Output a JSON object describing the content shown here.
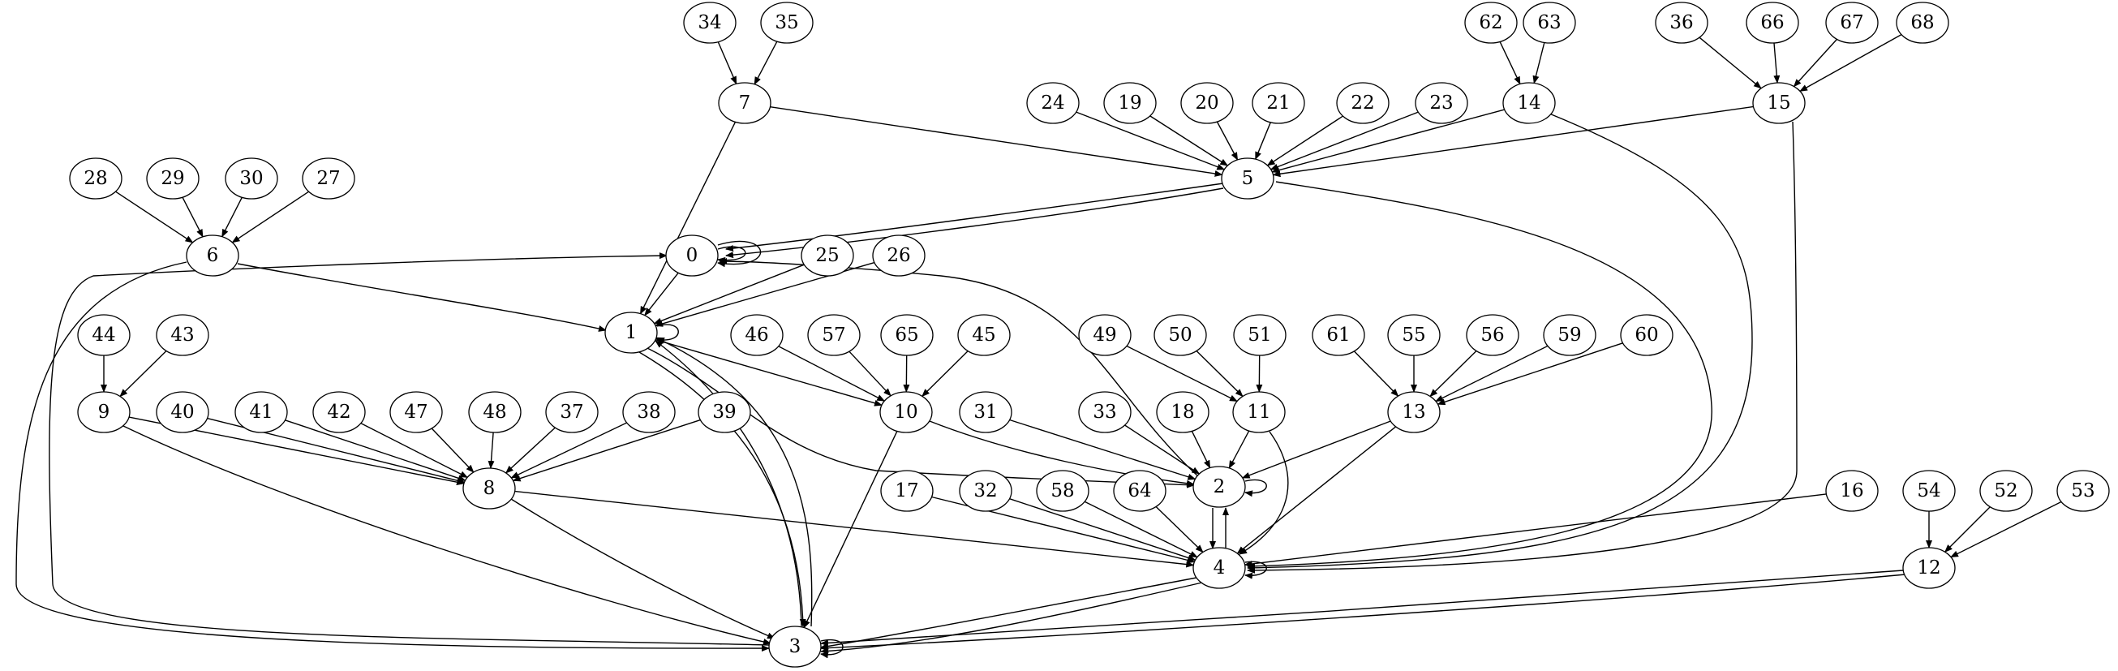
{
  "graph": {
    "directed": true,
    "nodes": [
      "0",
      "1",
      "2",
      "3",
      "4",
      "5",
      "6",
      "7",
      "8",
      "9",
      "10",
      "11",
      "12",
      "13",
      "14",
      "15",
      "16",
      "17",
      "18",
      "19",
      "20",
      "21",
      "22",
      "23",
      "24",
      "25",
      "26",
      "27",
      "28",
      "29",
      "30",
      "31",
      "32",
      "33",
      "34",
      "35",
      "36",
      "37",
      "38",
      "39",
      "40",
      "41",
      "42",
      "43",
      "44",
      "45",
      "46",
      "47",
      "48",
      "49",
      "50",
      "51",
      "52",
      "53",
      "54",
      "55",
      "56",
      "57",
      "58",
      "59",
      "60",
      "61",
      "62",
      "63",
      "64",
      "65",
      "66",
      "67",
      "68"
    ],
    "edges": [
      [
        "34",
        "7"
      ],
      [
        "35",
        "7"
      ],
      [
        "62",
        "14"
      ],
      [
        "63",
        "14"
      ],
      [
        "36",
        "15"
      ],
      [
        "66",
        "15"
      ],
      [
        "67",
        "15"
      ],
      [
        "68",
        "15"
      ],
      [
        "24",
        "5"
      ],
      [
        "19",
        "5"
      ],
      [
        "20",
        "5"
      ],
      [
        "21",
        "5"
      ],
      [
        "22",
        "5"
      ],
      [
        "23",
        "5"
      ],
      [
        "7",
        "5"
      ],
      [
        "14",
        "5"
      ],
      [
        "15",
        "5"
      ],
      [
        "28",
        "6"
      ],
      [
        "29",
        "6"
      ],
      [
        "30",
        "6"
      ],
      [
        "27",
        "6"
      ],
      [
        "5",
        "0"
      ],
      [
        "5",
        "0"
      ],
      [
        "0",
        "0"
      ],
      [
        "0",
        "0"
      ],
      [
        "7",
        "1"
      ],
      [
        "0",
        "1"
      ],
      [
        "25",
        "1"
      ],
      [
        "26",
        "1"
      ],
      [
        "6",
        "1"
      ],
      [
        "1",
        "1"
      ],
      [
        "44",
        "9"
      ],
      [
        "43",
        "9"
      ],
      [
        "46",
        "10"
      ],
      [
        "57",
        "10"
      ],
      [
        "65",
        "10"
      ],
      [
        "45",
        "10"
      ],
      [
        "1",
        "10"
      ],
      [
        "49",
        "11"
      ],
      [
        "50",
        "11"
      ],
      [
        "51",
        "11"
      ],
      [
        "61",
        "13"
      ],
      [
        "55",
        "13"
      ],
      [
        "56",
        "13"
      ],
      [
        "59",
        "13"
      ],
      [
        "60",
        "13"
      ],
      [
        "9",
        "8"
      ],
      [
        "40",
        "8"
      ],
      [
        "41",
        "8"
      ],
      [
        "42",
        "8"
      ],
      [
        "47",
        "8"
      ],
      [
        "48",
        "8"
      ],
      [
        "37",
        "8"
      ],
      [
        "38",
        "8"
      ],
      [
        "39",
        "8"
      ],
      [
        "31",
        "2"
      ],
      [
        "33",
        "2"
      ],
      [
        "18",
        "2"
      ],
      [
        "11",
        "2"
      ],
      [
        "13",
        "2"
      ],
      [
        "10",
        "2"
      ],
      [
        "1",
        "2"
      ],
      [
        "2",
        "0"
      ],
      [
        "2",
        "2"
      ],
      [
        "17",
        "4"
      ],
      [
        "32",
        "4"
      ],
      [
        "58",
        "4"
      ],
      [
        "64",
        "4"
      ],
      [
        "16",
        "4"
      ],
      [
        "8",
        "4"
      ],
      [
        "5",
        "4"
      ],
      [
        "14",
        "4"
      ],
      [
        "15",
        "4"
      ],
      [
        "11",
        "4"
      ],
      [
        "13",
        "4"
      ],
      [
        "2",
        "4"
      ],
      [
        "4",
        "2"
      ],
      [
        "4",
        "4"
      ],
      [
        "54",
        "12"
      ],
      [
        "52",
        "12"
      ],
      [
        "53",
        "12"
      ],
      [
        "12",
        "3"
      ],
      [
        "12",
        "3"
      ],
      [
        "4",
        "3"
      ],
      [
        "4",
        "3"
      ],
      [
        "8",
        "3"
      ],
      [
        "9",
        "3"
      ],
      [
        "10",
        "3"
      ],
      [
        "1",
        "3"
      ],
      [
        "3",
        "1"
      ],
      [
        "3",
        "1"
      ],
      [
        "6",
        "3"
      ],
      [
        "3",
        "0"
      ],
      [
        "3",
        "3"
      ]
    ]
  }
}
